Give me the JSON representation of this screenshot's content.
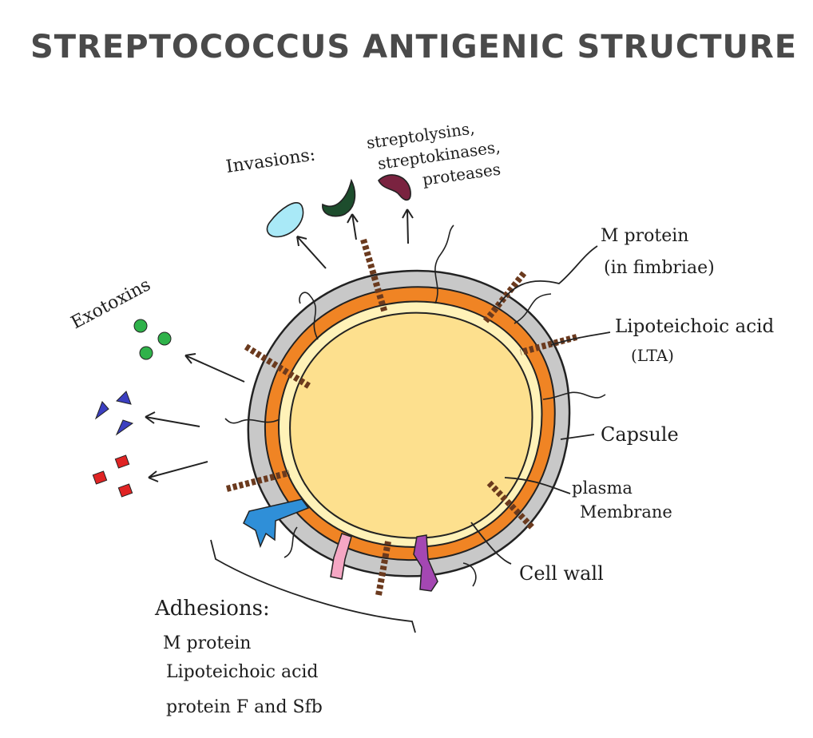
{
  "title": "STREPTOCOCCUS ANTIGENIC STRUCTURE",
  "labels": {
    "invasions_heading": "Invasions:",
    "invasions_line1": "streptolysins,",
    "invasions_line2": "streptokinases,",
    "invasions_line3": "proteases",
    "exotoxins": "Exotoxins",
    "m_protein_line1": "M protein",
    "m_protein_line2": "(in fimbriae)",
    "lta_line1": "Lipoteichoic acid",
    "lta_line2": "(LTA)",
    "capsule": "Capsule",
    "plasma_line1": "plasma",
    "plasma_line2": "Membrane",
    "cell_wall": "Cell wall",
    "adhesions_heading": "Adhesions:",
    "adhesions_item1": "M protein",
    "adhesions_item2": "Lipoteichoic acid",
    "adhesions_item3": "protein F and Sfb"
  },
  "colors": {
    "capsule": "#c8c8c8",
    "cell_wall": "#f08424",
    "membrane": "#fff2b8",
    "cytoplasm": "#fde08e",
    "fimbriae": "#6b3a1e",
    "invasin_blue": "#a9e9f7",
    "invasin_green": "#1d4d2d",
    "invasin_maroon": "#7a2340",
    "exotoxin_green": "#2fb24a",
    "exotoxin_blue": "#3b3fc0",
    "exotoxin_red": "#e02424",
    "adhesin_blue": "#2f8fd8",
    "adhesin_pink": "#f5a7c4",
    "adhesin_purple": "#a447b2"
  }
}
